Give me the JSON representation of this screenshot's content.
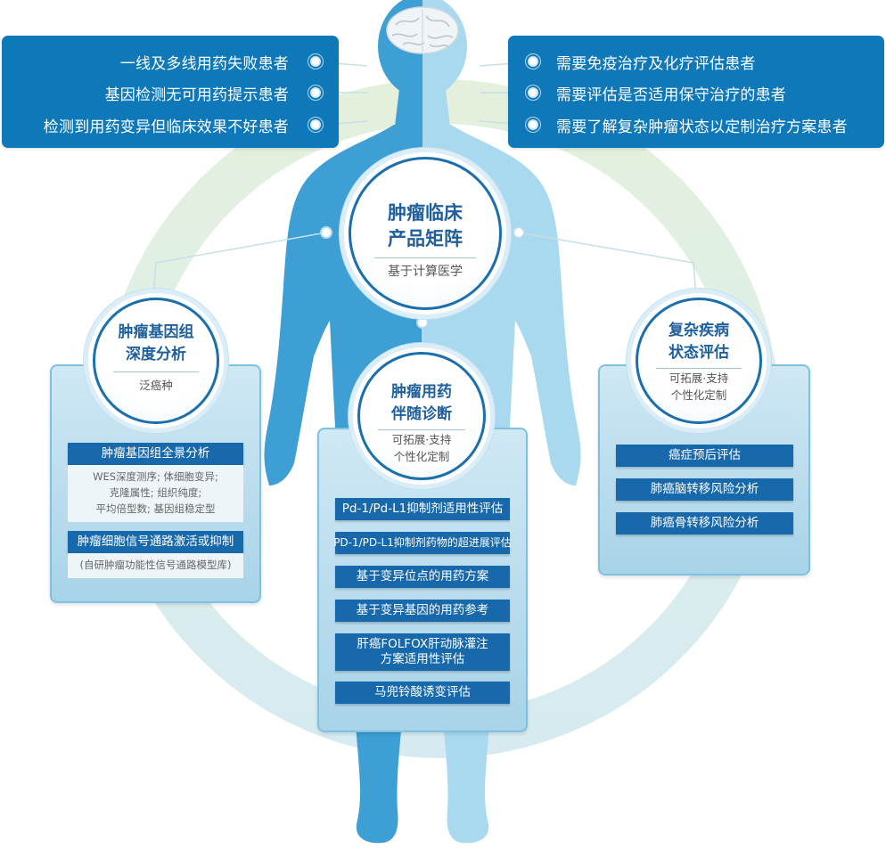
{
  "patients": {
    "left": [
      "一线及多线用药失败患者",
      "基因检测无可用药提示患者",
      "检测到用药变异但临床效果不好患者"
    ],
    "right": [
      "需要免疫治疗及化疗评估患者",
      "需要评估是否适用保守治疗的患者",
      "需要了解复杂肿瘤状态以定制治疗方案患者"
    ]
  },
  "center": {
    "title_line1": "肿瘤临床",
    "title_line2": "产品矩阵",
    "subtitle": "基于计算医学"
  },
  "genomics": {
    "title_line1": "肿瘤基因组",
    "title_line2": "深度分析",
    "subtitle": "泛癌种",
    "item1": "肿瘤基因组全景分析",
    "item1_desc": [
      "WES深度测序; 体细胞变异;",
      "克隆属性; 组织纯度;",
      "平均倍型数; 基因组稳定型"
    ],
    "item2": "肿瘤细胞信号通路激活或抑制",
    "item2_desc": "(自研肿瘤功能性信号通路模型库)"
  },
  "cdx": {
    "title_line1": "肿瘤用药",
    "title_line2": "伴随诊断",
    "subtitle_line1": "可拓展·支持",
    "subtitle_line2": "个性化定制",
    "items": [
      "Pd-1/Pd-L1抑制剂适用性评估",
      "PD-1/PD-L1抑制剂药物的超进展评估",
      "基于变异位点的用药方案",
      "基于变异基因的用药参考",
      "肝癌FOLFOX肝动脉灌注",
      "方案适用性评估",
      "马兜铃酸诱变评估"
    ]
  },
  "complex": {
    "title_line1": "复杂疾病",
    "title_line2": "状态评估",
    "subtitle_line1": "可拓展·支持",
    "subtitle_line2": "个性化定制",
    "items": [
      "癌症预后评估",
      "肺癌脑转移风险分析",
      "肺癌骨转移风险分析"
    ]
  },
  "colors": {
    "box_blue": "#0f78b9",
    "button_blue": "#1869ac",
    "body_dark": "#3d9fd3",
    "body_light": "#a9d9ee",
    "ring": "#dcecd9"
  }
}
